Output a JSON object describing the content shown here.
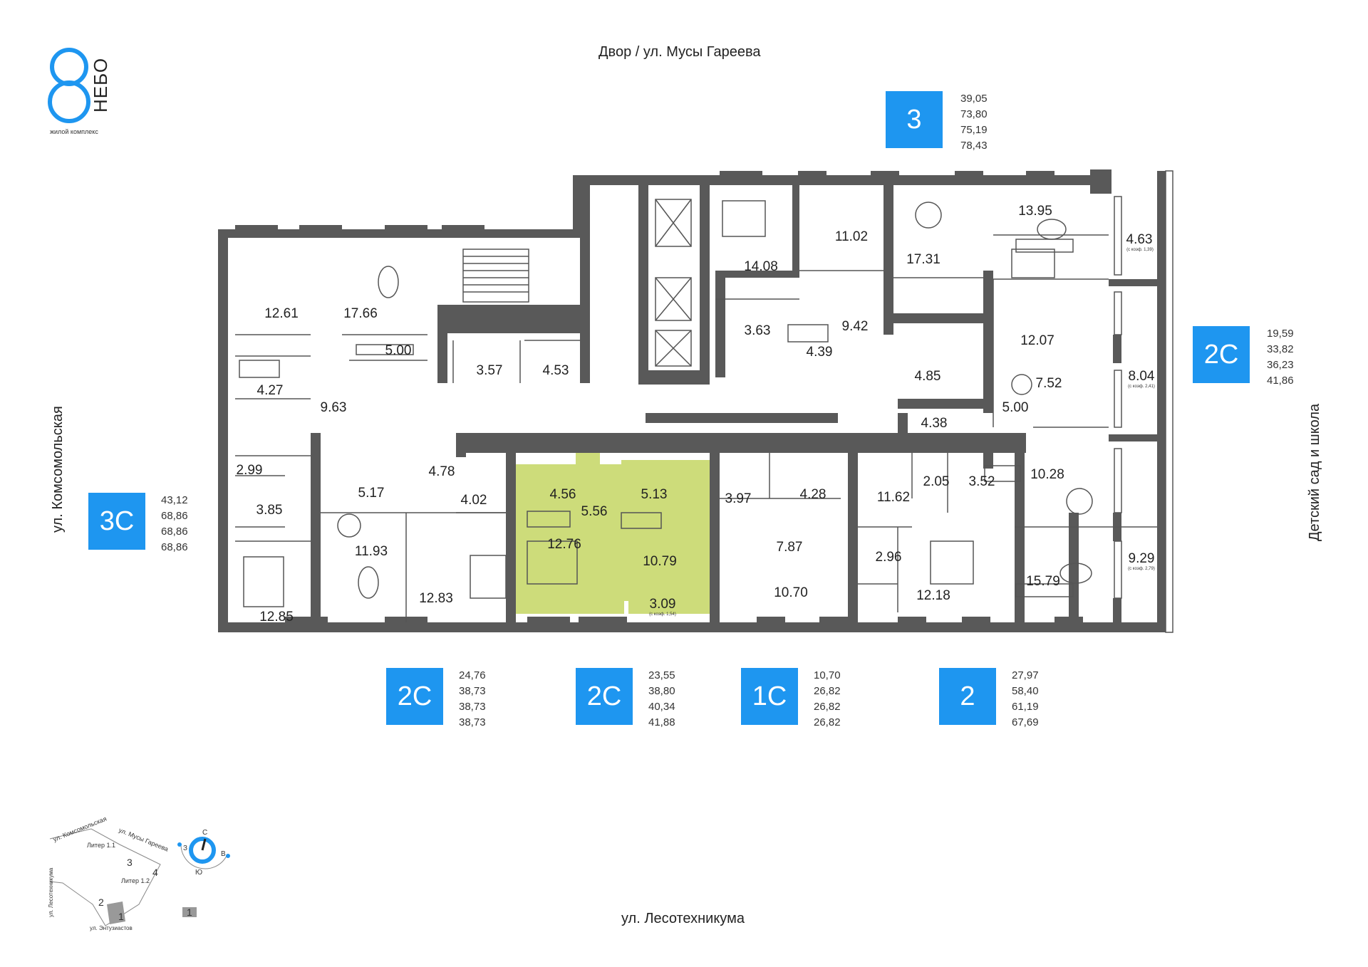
{
  "logo": {
    "name": "НЕБО",
    "subtitle": "жилой комплекс"
  },
  "streets": {
    "top": "Двор / ул. Мусы Гареева",
    "left": "ул. Комсомольская",
    "right": "Детский сад и школа",
    "bottom": "ул. Лесотехникума"
  },
  "apartments": [
    {
      "id": "a3",
      "label": "3",
      "areas": [
        "39,05",
        "73,80",
        "75,19",
        "78,43"
      ]
    },
    {
      "id": "a2c_r",
      "label": "2С",
      "areas": [
        "19,59",
        "33,82",
        "36,23",
        "41,86"
      ]
    },
    {
      "id": "a3c",
      "label": "3С",
      "areas": [
        "43,12",
        "68,86",
        "68,86",
        "68,86"
      ]
    },
    {
      "id": "a2c_1",
      "label": "2С",
      "areas": [
        "24,76",
        "38,73",
        "38,73",
        "38,73"
      ]
    },
    {
      "id": "a2c_2",
      "label": "2С",
      "areas": [
        "23,55",
        "38,80",
        "40,34",
        "41,88"
      ]
    },
    {
      "id": "a1c",
      "label": "1С",
      "areas": [
        "10,70",
        "26,82",
        "26,82",
        "26,82"
      ]
    },
    {
      "id": "a2",
      "label": "2",
      "areas": [
        "27,97",
        "58,40",
        "61,19",
        "67,69"
      ]
    }
  ],
  "rooms": [
    "12.61",
    "17.66",
    "5.00",
    "4.27",
    "9.63",
    "3.57",
    "4.53",
    "14.08",
    "11.02",
    "17.31",
    "13.95",
    "4.63",
    "3.63",
    "4.39",
    "9.42",
    "12.07",
    "4.85",
    "7.52",
    "8.04",
    "5.00",
    "4.38",
    "2.99",
    "3.85",
    "12.85",
    "5.17",
    "4.78",
    "11.93",
    "4.02",
    "12.83",
    "4.56",
    "5.56",
    "12.76",
    "5.13",
    "10.79",
    "3.09",
    "3.97",
    "4.28",
    "7.87",
    "10.70",
    "11.62",
    "2.05",
    "3.52",
    "2.96",
    "12.18",
    "10.28",
    "15.79",
    "9.29"
  ],
  "coefficients": [
    "(с коэф. 1,39)",
    "(с коэф. 2,41)",
    "(с коэф. 1,54)",
    "(с коэф. 2,79)"
  ],
  "site_map": {
    "streets": [
      "ул. Комсомольская",
      "ул. Мусы Гареева",
      "ул. Лесотехникума",
      "ул. Энтузиастов"
    ],
    "liters": [
      "Литер 1.1",
      "Литер 1.2"
    ],
    "sections": [
      "1",
      "2",
      "3",
      "4"
    ],
    "legend_section": "1",
    "compass": {
      "n": "С",
      "s": "Ю",
      "w": "З",
      "e": "В"
    }
  },
  "colors": {
    "accent": "#1e96f0",
    "highlight": "#cddc7a",
    "wall": "#595959"
  }
}
